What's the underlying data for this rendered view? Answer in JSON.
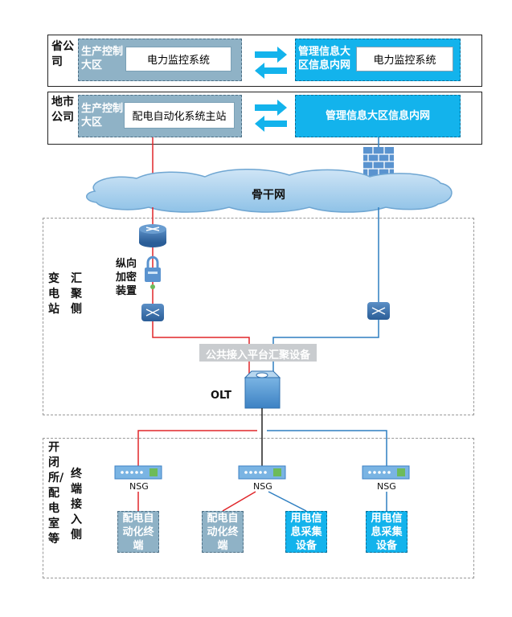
{
  "province": {
    "label": "省公司",
    "production_zone_label": "生产控制大区",
    "production_system": "电力监控系统",
    "mis_zone_label": "管理信息大区信息内网",
    "mis_system": "电力监控系统"
  },
  "city": {
    "label": "地市公司",
    "production_zone_label": "生产控制大区",
    "production_system": "配电自动化系统主站",
    "mis_zone_label": "管理信息大区信息内网"
  },
  "backbone": {
    "label": "骨干网"
  },
  "substation": {
    "side_label": "变电站",
    "aggregation_label": "汇聚侧",
    "encryption_label": "纵向加密装置",
    "platform_label": "公共接入平台汇聚设备",
    "olt_label": "OLT"
  },
  "terminal": {
    "side_label": "开闭所/配电室等",
    "access_label": "终端接入侧",
    "nsg_label": "NSG",
    "terminals": [
      {
        "label": "配电自动化终端"
      },
      {
        "label": "配电自动化终端"
      },
      {
        "label": "用电信息采集设备"
      },
      {
        "label": "用电信息采集设备"
      }
    ]
  },
  "colors": {
    "production_link": "#e0262a",
    "mis_link": "#2f7fc1",
    "shared_link": "#222222"
  }
}
